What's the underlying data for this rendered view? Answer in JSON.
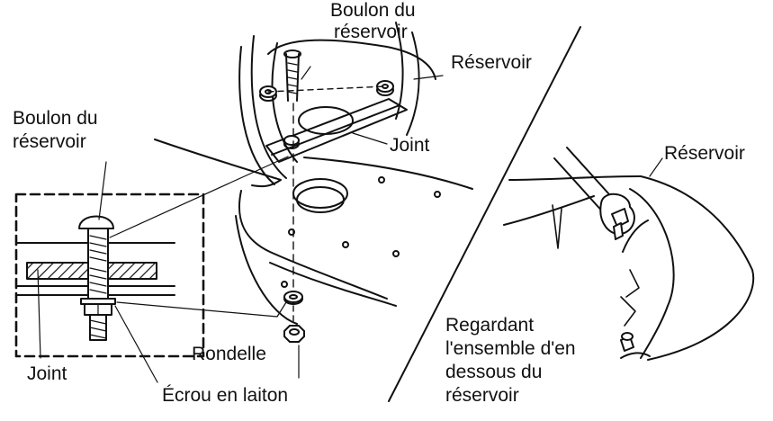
{
  "labels": {
    "bolt_top_line1": "Boulon du",
    "bolt_top_line2": "réservoir",
    "tank_top": "Réservoir",
    "bolt_left_line1": "Boulon du",
    "bolt_left_line2": "réservoir",
    "gasket_main": "Joint",
    "tank_right": "Réservoir",
    "view_line1": "Regardant",
    "view_line2": "l'ensemble d'en",
    "view_line3": "dessous du",
    "view_line4": "réservoir",
    "washer": "Rondelle",
    "gasket_detail": "Joint",
    "brass_nut": "Écrou en laiton"
  },
  "colors": {
    "line": "#111111",
    "background": "#ffffff"
  }
}
